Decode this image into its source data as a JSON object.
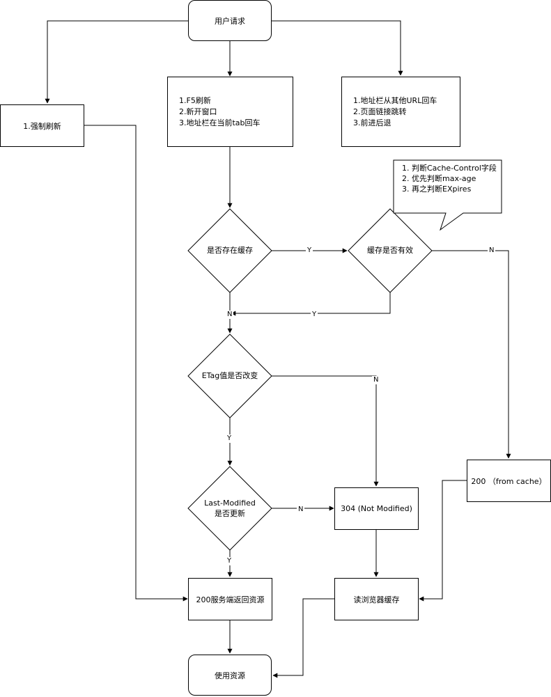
{
  "nodes": {
    "user_request": "用户请求",
    "force_refresh": "1.强制刷新",
    "refresh_group": [
      "1.F5刷新",
      "2.新开窗口",
      "3.地址栏在当前tab回车"
    ],
    "nav_group": [
      "1.地址栏从其他URL回车",
      "2.页面链接跳转",
      "3.前进后退"
    ],
    "has_cache": "是否存在缓存",
    "cache_valid": "缓存是否有效",
    "etag_changed": "ETag值是否改变",
    "last_modified_line1": "Last-Modified",
    "last_modified_line2": "是否更新",
    "not_modified": "304 (Not Modified)",
    "from_cache": "200 （from cache）",
    "server_return": "200服务端返回资源",
    "read_cache": "读浏览器缓存",
    "use_resource": "使用资源"
  },
  "callout": [
    "1. 判断Cache-Control字段",
    "2. 优先判断max-age",
    "3. 再之判断EXpires"
  ],
  "edge_labels": {
    "has_cache_yes": "Y",
    "cache_valid_no": "N",
    "cache_valid_yes": "Y",
    "has_cache_no": "N",
    "etag_no": "N",
    "etag_yes": "Y",
    "last_modified_no": "N",
    "last_modified_yes": "Y"
  }
}
